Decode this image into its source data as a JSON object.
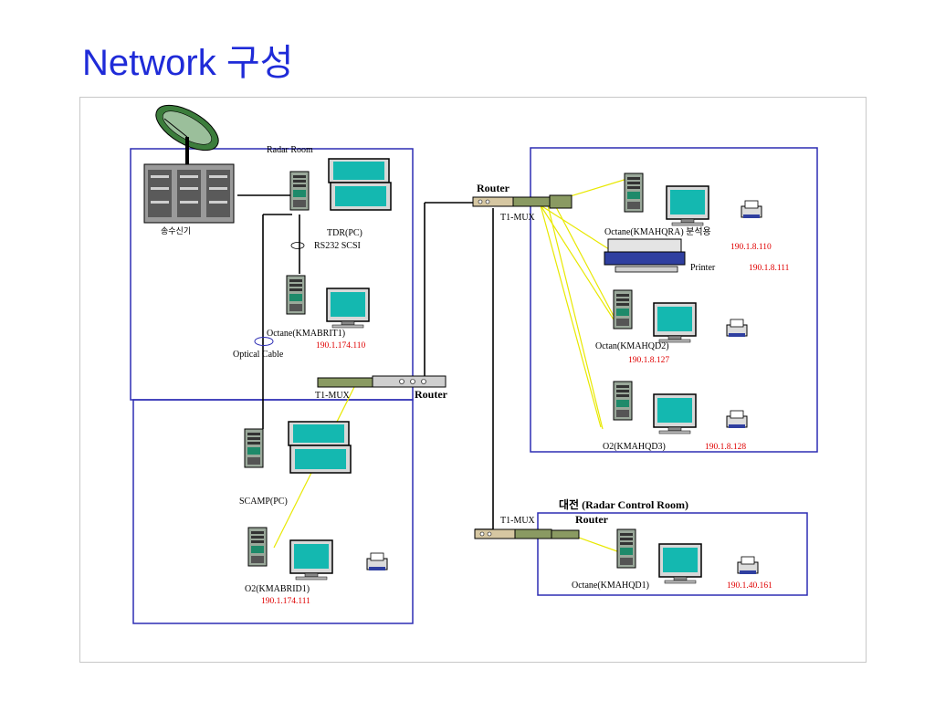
{
  "slide": {
    "title": "Network 구성"
  },
  "diagram": {
    "radar_room": {
      "heading": "Radar Room",
      "transceiver_label": "송수신기",
      "tdr_label": "TDR(PC)",
      "interface_label": "RS232 SCSI",
      "octane_label": "Octane(KMABRIT1)",
      "octane_ip": "190.1.174.110",
      "optical_label": "Optical Cable",
      "mux_label": "T1-MUX",
      "router_label": "Router"
    },
    "lower_room": {
      "scamp_label": "SCAMP(PC)",
      "o2_label": "O2(KMABRID1)",
      "o2_ip": "190.1.174.111"
    },
    "center": {
      "router_label": "Router",
      "mux_label": "T1-MUX"
    },
    "hq_room": {
      "octane_qra_label": "Octane(KMAHQRA) 분석용",
      "octane_qra_ip": "190.1.8.110",
      "printer_label": "Printer",
      "printer_ip": "190.1.8.111",
      "octan_qd2_label": "Octan(KMAHQD2)",
      "octan_qd2_ip": "190.1.8.127",
      "o2_qd3_label": "O2(KMAHQD3)",
      "o2_qd3_ip": "190.1.8.128"
    },
    "control_room": {
      "heading": "대전 (Radar Control Room)",
      "mux_label": "T1-MUX",
      "router_label": "Router",
      "octane_label": "Octane(KMAHQD1)",
      "octane_ip": "190.1.40.161"
    }
  },
  "colors": {
    "title": "#1f2bd8",
    "box": "#2d2db4",
    "link_yellow": "#e8e800",
    "ip": "#e00000"
  }
}
